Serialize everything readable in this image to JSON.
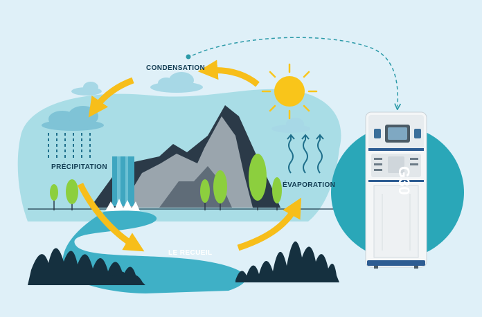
{
  "labels": {
    "condensation": "CONDENSATION",
    "precipitation": "PRÉCIPITATION",
    "evaporation": "ÉVAPORATION",
    "collection": "LE RECUEIL"
  },
  "product": {
    "model": "G30"
  },
  "colors": {
    "background": "#dff0f8",
    "land": "#a9dde6",
    "water": "#3fb0c6",
    "arrow": "#f7be1a",
    "sun": "#f9c51a",
    "mountain": "#2b3a48",
    "rock": "#9aa5ad",
    "tree": "#8ccf3e",
    "bush": "#15303f",
    "cloud": "#a7d8e6",
    "badge": "#2aa7b8",
    "text": "#123c52"
  },
  "icons": [
    "sun-icon",
    "cloud-icon",
    "rain-icon",
    "evaporation-arrows-icon",
    "tree-icon",
    "waterfall-icon",
    "water-dispenser-icon"
  ]
}
